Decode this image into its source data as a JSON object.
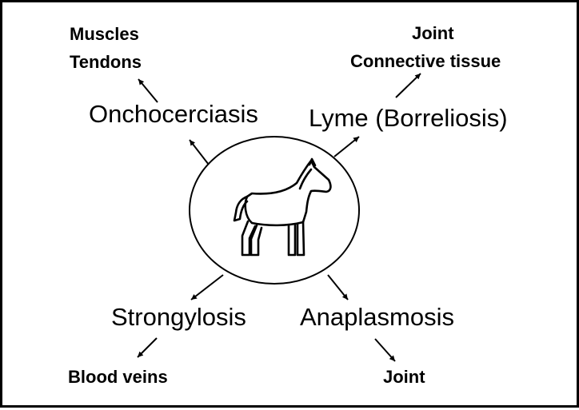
{
  "diseases": {
    "onchocerciasis": {
      "name": "Onchocerciasis",
      "targets": [
        "Muscles",
        "Tendons"
      ]
    },
    "lyme": {
      "name": "Lyme (Borreliosis)",
      "targets": [
        "Joint",
        "Connective tissue"
      ]
    },
    "strongylosis": {
      "name": "Strongylosis",
      "targets": [
        "Blood veins"
      ]
    },
    "anaplasmosis": {
      "name": "Anaplasmosis",
      "targets": [
        "Joint"
      ]
    }
  },
  "center": {
    "icon": "horse-icon"
  },
  "colors": {
    "line": "#000000",
    "background": "#ffffff"
  }
}
